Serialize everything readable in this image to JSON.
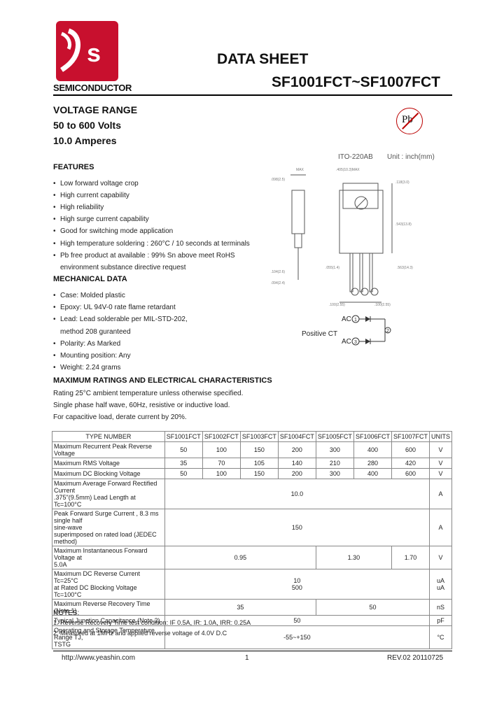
{
  "header": {
    "logo_letters": "Ys",
    "company": "SEMICONDUCTOR",
    "doc_title": "DATA SHEET",
    "part_range": "SF1001FCT~SF1007FCT",
    "pb_badge": "Pb"
  },
  "specs": {
    "voltage_range": "VOLTAGE RANGE",
    "volts": "50 to 600 Volts",
    "amps": "10.0 Amperes"
  },
  "features": {
    "title": "FEATURES",
    "items": [
      "Low forward voltage crop",
      "High current capability",
      "High reliability",
      "High surge current capability",
      "Good for switching mode application",
      "High temperature soldering : 260°C / 10 seconds at terminals",
      "Pb free product at available : 99% Sn above meet RoHS",
      "environment substance directive request"
    ]
  },
  "mechanical": {
    "title": "MECHANICAL DATA",
    "items": [
      "Case: Molded plastic",
      "Epoxy: UL 94V-0 rate flame retardant",
      "Lead: Lead solderable per MIL-STD-202,",
      "method 208 guranteed",
      "Polarity: As Marked",
      "Mounting position: Any",
      "Weight: 2.24 grams"
    ]
  },
  "diagram": {
    "package": "ITO-220AB",
    "unit": "Unit : inch(mm)",
    "ac1": "AC",
    "ac2": "AC",
    "positive_ct": "Positive CT",
    "pins": [
      "1",
      "2",
      "3"
    ]
  },
  "ratings": {
    "title": "MAXIMUM RATINGS AND ELECTRICAL CHARACTERISTICS",
    "notes": [
      "Rating 25°C ambient temperature unless otherwise specified.",
      "Single phase half wave, 60Hz, resistive or inductive load.",
      "For capacitive load, derate current by 20%."
    ]
  },
  "table": {
    "header": {
      "type": "TYPE NUMBER",
      "parts": [
        "SF1001FCT",
        "SF1002FCT",
        "SF1003FCT",
        "SF1004FCT",
        "SF1005FCT",
        "SF1006FCT",
        "SF1007FCT"
      ],
      "units": "UNITS"
    },
    "vrrm": {
      "label": "Maximum Recurrent Peak Reverse Voltage",
      "values": [
        "50",
        "100",
        "150",
        "200",
        "300",
        "400",
        "600"
      ],
      "unit": "V"
    },
    "vrms": {
      "label": "Maximum RMS Voltage",
      "values": [
        "35",
        "70",
        "105",
        "140",
        "210",
        "280",
        "420"
      ],
      "unit": "V"
    },
    "vdc": {
      "label": "Maximum DC Blocking Voltage",
      "values": [
        "50",
        "100",
        "150",
        "200",
        "300",
        "400",
        "600"
      ],
      "unit": "V"
    },
    "io": {
      "label1": "Maximum Average Forward Rectified Current",
      "label2": ".375\"(9.5mm) Lead Length at Tc=100°C",
      "value": "10.0",
      "unit": "A"
    },
    "ifsm": {
      "label1": "Peak Forward Surge Current , 8.3 ms single half",
      "label2": "sine-wave",
      "label3": "superimposed on rated load (JEDEC method)",
      "value": "150",
      "unit": "A"
    },
    "vf": {
      "label1": "Maximum Instantaneous Forward Voltage at",
      "label2": "5.0A",
      "v1": "0.95",
      "v2": "1.30",
      "v3": "1.70",
      "unit": "V"
    },
    "ir": {
      "label1": "Maximum DC Reverse Current Tc=25°C",
      "label2": "at Rated DC Blocking Voltage Tc=100°C",
      "v1": "10",
      "v2": "500",
      "unit1": "uA",
      "unit2": "uA"
    },
    "trr": {
      "label": "Maximum Reverse Recovery Time (Note 1)",
      "v1": "35",
      "v2": "50",
      "unit": "nS"
    },
    "cj": {
      "label": "Typical Junction Capacitance (Note 2)",
      "value": "50",
      "unit": "pF"
    },
    "tj": {
      "label1": "Operating and Storage Temperature Range TJ,",
      "label2": "TSTG",
      "value": "-55~+150",
      "unit": "°C"
    }
  },
  "footer_notes": {
    "title": "NOTES:",
    "n1": "1. Reverse Recovery Time test condition: IF 0.5A, IR: 1.0A, IRR: 0.25A",
    "n2": "2. Measured at 1MHz and applied reverse voltage of 4.0V D.C"
  },
  "footer": {
    "url": "http://www.yeashin.com",
    "page": "1",
    "rev": "REV.02 20110725"
  },
  "colors": {
    "logo_red": "#c8102e",
    "pb_ring": "#b00000"
  }
}
